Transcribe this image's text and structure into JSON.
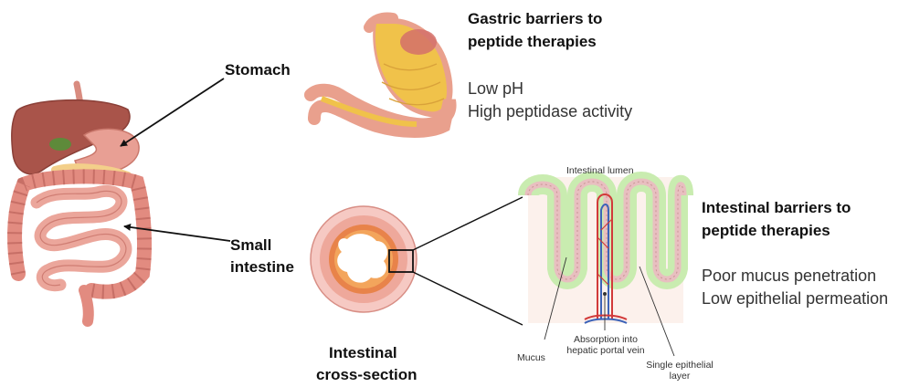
{
  "labels": {
    "stomach": "Stomach",
    "small_intestine_line1": "Small",
    "small_intestine_line2": "intestine",
    "cross_section_line1": "Intestinal",
    "cross_section_line2": "cross-section"
  },
  "gastric": {
    "title_line1": "Gastric barriers to",
    "title_line2": "peptide therapies",
    "barriers": [
      "Low pH",
      "High peptidase activity"
    ]
  },
  "intestinal": {
    "title_line1": "Intestinal barriers to",
    "title_line2": "peptide therapies",
    "barriers": [
      "Poor mucus penetration",
      "Low epithelial permeation"
    ]
  },
  "villi_annotations": {
    "lumen": "Intestinal lumen",
    "mucus": "Mucus",
    "absorption_line1": "Absorption into",
    "absorption_line2": "hepatic portal vein",
    "epithelial_line1": "Single epithelial",
    "epithelial_line2": "layer"
  },
  "colors": {
    "stomach_fill": "#f0c24a",
    "stomach_outline": "#e9a08d",
    "liver": "#a9544a",
    "intestine": "#e79a8f",
    "mucus": "#c9ecb0",
    "epithelium": "#e8bfc0",
    "artery": "#d23a3a",
    "vein": "#3d63b8"
  }
}
